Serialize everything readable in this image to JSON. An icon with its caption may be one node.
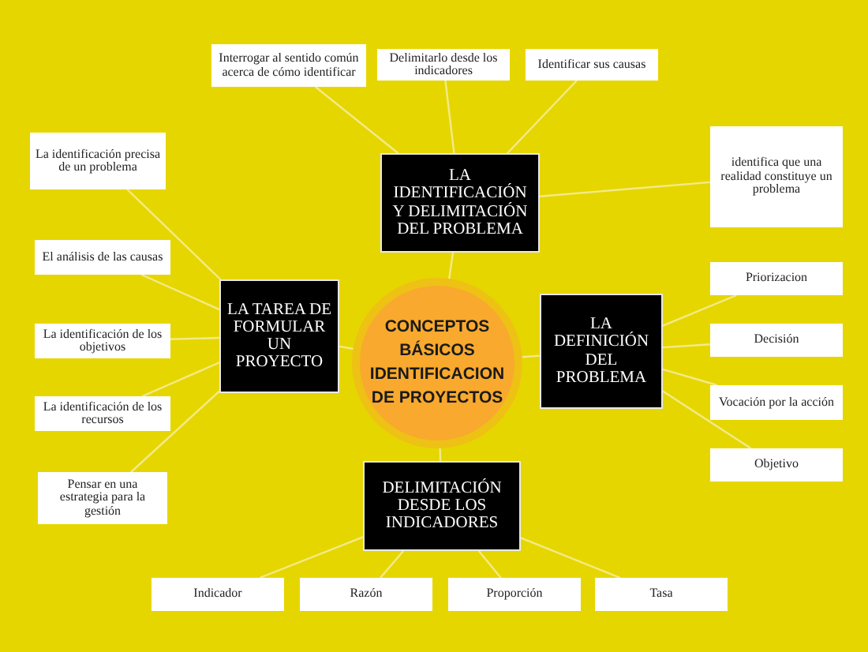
{
  "diagram": {
    "nodes": [
      {
        "text": [
          "CONCEPTOS BÁSICOS IDENTIFICACION DE PROYECTOS"
        ]
      },
      {
        "text": [
          "LA IDENTIFICACIÓN Y DELIMITACIÓN DEL PROBLEMA"
        ]
      },
      {
        "text": [
          "Interrogar al sentido común acerca de cómo identificar"
        ]
      },
      {
        "text": [
          "Delimitarlo desde los indicadores"
        ]
      },
      {
        "text": [
          "Identificar sus causas"
        ]
      },
      {
        "text": [
          "La identificación precisa de un problema"
        ]
      },
      {
        "text": [
          "El análisis de las causas"
        ]
      },
      {
        "text": [
          "LA TAREA DE FORMULAR UN PROYECTO"
        ]
      },
      {
        "text": [
          "La identificación de los objetivos"
        ]
      },
      {
        "text": [
          "La identificación de los recursos"
        ]
      },
      {
        "text": [
          "Pensar en una estrategia para la gestión"
        ]
      },
      {
        "text": [
          "LA DEFINICIÓN DEL PROBLEMA"
        ]
      },
      {
        "text": [
          "identifica que una realidad constituye un problema"
        ]
      },
      {
        "text": [
          "Priorizacion"
        ]
      },
      {
        "text": [
          "Decisión"
        ]
      },
      {
        "text": [
          "Vocación por la acción"
        ]
      },
      {
        "text": [
          "Objetivo"
        ]
      },
      {
        "text": [
          "DELIMITACIÓN DESDE LOS INDICADORES"
        ]
      },
      {
        "text": [
          "Indicador"
        ]
      },
      {
        "text": [
          "Razón"
        ]
      },
      {
        "text": [
          "Proporción"
        ]
      },
      {
        "text": [
          "Tasa"
        ]
      }
    ],
    "edges": [
      {
        "from": 0,
        "to": 1,
        "arrow": "none"
      },
      {
        "from": 0,
        "to": 7,
        "arrow": "none"
      },
      {
        "from": 0,
        "to": 11,
        "arrow": "none"
      },
      {
        "from": 0,
        "to": 17,
        "arrow": "none"
      },
      {
        "from": 1,
        "to": 2,
        "arrow": "none"
      },
      {
        "from": 1,
        "to": 3,
        "arrow": "none"
      },
      {
        "from": 1,
        "to": 4,
        "arrow": "none"
      },
      {
        "from": 1,
        "to": 12,
        "arrow": "none"
      },
      {
        "from": 7,
        "to": 5,
        "arrow": "none"
      },
      {
        "from": 7,
        "to": 6,
        "arrow": "none"
      },
      {
        "from": 7,
        "to": 8,
        "arrow": "none"
      },
      {
        "from": 7,
        "to": 9,
        "arrow": "none"
      },
      {
        "from": 7,
        "to": 10,
        "arrow": "none"
      },
      {
        "from": 11,
        "to": 13,
        "arrow": "none"
      },
      {
        "from": 11,
        "to": 14,
        "arrow": "none"
      },
      {
        "from": 11,
        "to": 15,
        "arrow": "none"
      },
      {
        "from": 11,
        "to": 16,
        "arrow": "none"
      },
      {
        "from": 17,
        "to": 18,
        "arrow": "none"
      },
      {
        "from": 17,
        "to": 19,
        "arrow": "none"
      },
      {
        "from": 17,
        "to": 20,
        "arrow": "none"
      },
      {
        "from": 17,
        "to": 21,
        "arrow": "none"
      }
    ]
  }
}
